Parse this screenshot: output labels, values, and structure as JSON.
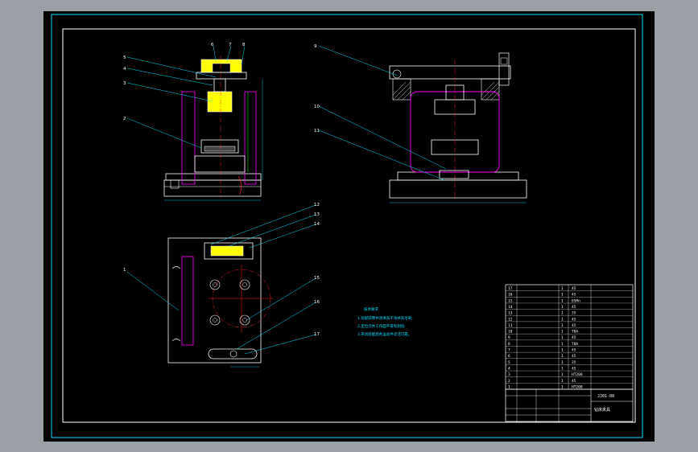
{
  "balloons": [
    "1",
    "2",
    "3",
    "4",
    "5",
    "6",
    "7",
    "8",
    "9",
    "10",
    "11",
    "12",
    "13",
    "14",
    "15",
    "16",
    "17"
  ],
  "tech_notes": {
    "title": "技术要求",
    "lines": [
      "1.装配前零件须清洗干净并去毛刺;",
      "2.定位元件工作面不得有划伤;",
      "3.夹具装配后各运动件灵活可靠。"
    ]
  },
  "bom": {
    "rows": [
      [
        "17",
        "",
        "1",
        "45"
      ],
      [
        "16",
        "",
        "1",
        "45"
      ],
      [
        "15",
        "",
        "1",
        "65Mn"
      ],
      [
        "14",
        "",
        "1",
        "45"
      ],
      [
        "13",
        "",
        "1",
        "35"
      ],
      [
        "12",
        "",
        "1",
        "45"
      ],
      [
        "11",
        "",
        "1",
        "45"
      ],
      [
        "10",
        "",
        "1",
        "T8A"
      ],
      [
        "9",
        "",
        "1",
        "45"
      ],
      [
        "8",
        "",
        "1",
        "T8A"
      ],
      [
        "7",
        "",
        "1",
        "45"
      ],
      [
        "6",
        "",
        "1",
        "45"
      ],
      [
        "5",
        "",
        "1",
        "35"
      ],
      [
        "4",
        "",
        "1",
        "45"
      ],
      [
        "3",
        "",
        "1",
        "HT200"
      ],
      [
        "2",
        "",
        "1",
        "45"
      ],
      [
        "1",
        "",
        "1",
        "HT200"
      ]
    ]
  },
  "title_block": {
    "drawing_no": "JJ01-00",
    "name": "钻床夹具"
  },
  "colors": {
    "frame": "#00e0ff",
    "line": "#ffffff",
    "hidden": "#ff00ff",
    "center": "#ff2020",
    "part": "#ffff00",
    "leader": "#00e0ff",
    "green": "#00ff00"
  }
}
